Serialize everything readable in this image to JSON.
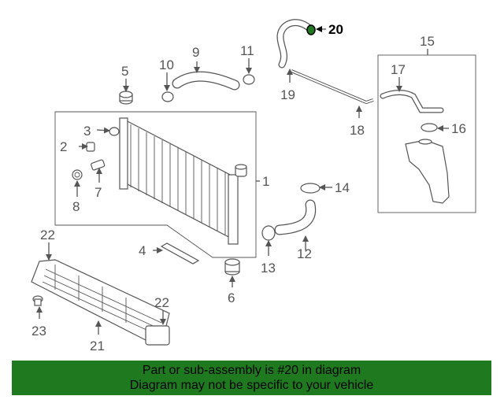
{
  "callouts": {
    "c1": "1",
    "c2": "2",
    "c3": "3",
    "c4": "4",
    "c5": "5",
    "c6": "6",
    "c7": "7",
    "c8": "8",
    "c9": "9",
    "c10": "10",
    "c11": "11",
    "c12": "12",
    "c13": "13",
    "c14": "14",
    "c15": "15",
    "c16": "16",
    "c17": "17",
    "c18": "18",
    "c19": "19",
    "c20": "20",
    "c21": "21",
    "c22a": "22",
    "c22b": "22",
    "c23": "23"
  },
  "highlight_part": "20",
  "banner": {
    "line1": "Part or sub-assembly is #20 in diagram",
    "line2": "Diagram may not be specific to your vehicle",
    "background": "#1f7a1f"
  }
}
